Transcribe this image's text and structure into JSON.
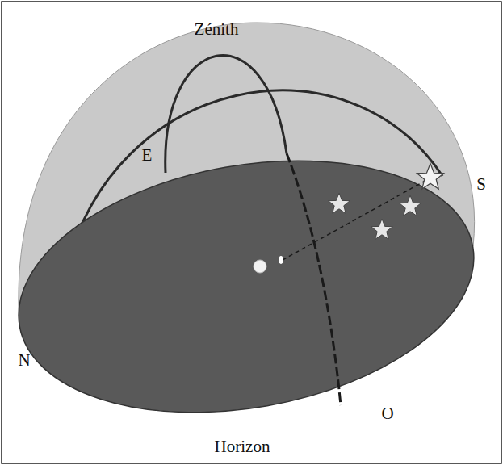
{
  "diagram": {
    "labels": [
      "Zénith",
      "E",
      "S",
      "N",
      "O",
      "Horizon"
    ]
  }
}
